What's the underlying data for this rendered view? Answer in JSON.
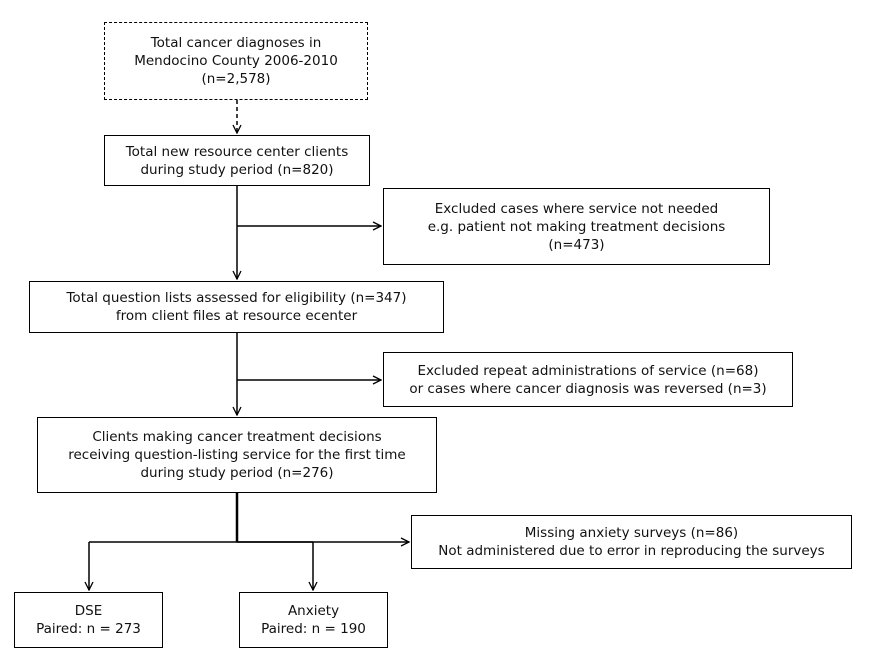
{
  "boxes": {
    "total_diagnoses": {
      "lines": [
        "Total cancer diagnoses in",
        "Mendocino County 2006-2010",
        "(n=2,578)"
      ]
    },
    "new_clients": {
      "lines": [
        "Total new resource center clients",
        "during study period (n=820)"
      ]
    },
    "excluded_not_needed": {
      "lines": [
        "Excluded cases where service not needed",
        "e.g. patient not making treatment decisions",
        "(n=473)"
      ]
    },
    "question_lists": {
      "lines": [
        "Total question lists assessed for eligibility (n=347)",
        "from client files at resource ecenter"
      ]
    },
    "excluded_repeat": {
      "lines": [
        "Excluded repeat administrations of service (n=68)",
        "or cases where cancer diagnosis  was reversed (n=3)"
      ]
    },
    "first_time_clients": {
      "lines": [
        "Clients making cancer treatment decisions",
        "receiving question-listing service for the first time",
        "during study period  (n=276)"
      ]
    },
    "missing_anxiety": {
      "lines": [
        "Missing anxiety surveys (n=86)",
        "Not administered due to error in reproducing the surveys"
      ]
    },
    "dse": {
      "lines": [
        "DSE",
        "Paired: n = 273"
      ]
    },
    "anxiety": {
      "lines": [
        "Anxiety",
        "Paired: n = 190"
      ]
    }
  }
}
